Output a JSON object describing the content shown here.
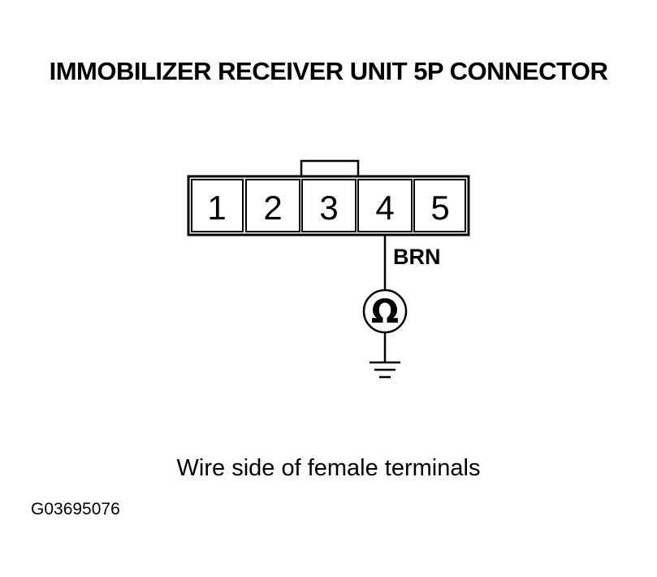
{
  "title": "IMMOBILIZER RECEIVER UNIT 5P CONNECTOR",
  "connector": {
    "terminals": [
      "1",
      "2",
      "3",
      "4",
      "5"
    ],
    "measured_terminal": 4,
    "wire_color_label": "BRN",
    "meter_symbol": "Ω"
  },
  "caption": "Wire side of female terminals",
  "figure_id": "G03695076"
}
